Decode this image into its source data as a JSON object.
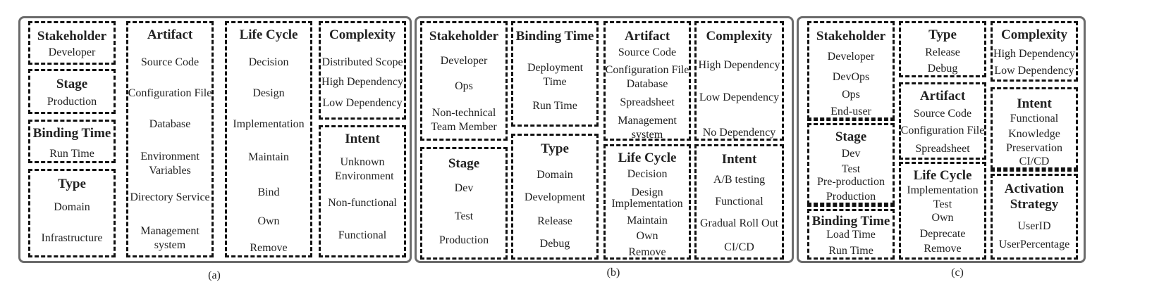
{
  "panels": {
    "a": {
      "label": "(a)",
      "boxes": {
        "stakeholder": {
          "title": "Stakeholder",
          "items": [
            "Developer"
          ]
        },
        "stage": {
          "title": "Stage",
          "items": [
            "Production"
          ]
        },
        "binding": {
          "title": "Binding Time",
          "items": [
            "Run Time"
          ]
        },
        "type": {
          "title": "Type",
          "items": [
            "Domain",
            "Infrastructure"
          ]
        },
        "artifact": {
          "title": "Artifact",
          "items": [
            "Source Code",
            "Configuration File",
            "Database",
            "Environment Variables",
            "Directory Service",
            "Management system"
          ]
        },
        "lifecycle": {
          "title": "Life Cycle",
          "items": [
            "Decision",
            "Design",
            "Implementation",
            "Maintain",
            "Bind",
            "Own",
            "Remove"
          ]
        },
        "complexity": {
          "title": "Complexity",
          "items": [
            "Distributed Scope",
            "High Dependency",
            "Low Dependency"
          ]
        },
        "intent": {
          "title": "Intent",
          "items": [
            "Unknown Environment",
            "Non-functional",
            "Functional"
          ]
        }
      }
    },
    "b": {
      "label": "(b)",
      "boxes": {
        "stakeholder": {
          "title": "Stakeholder",
          "items": [
            "Developer",
            "Ops",
            "Non-technical Team Member"
          ]
        },
        "stage": {
          "title": "Stage",
          "items": [
            "Dev",
            "Test",
            "Production"
          ]
        },
        "binding": {
          "title": "Binding Time",
          "items": [
            "Deployment Time",
            "Run Time"
          ]
        },
        "type": {
          "title": "Type",
          "items": [
            "Domain",
            "Development",
            "Release",
            "Debug"
          ]
        },
        "artifact": {
          "title": "Artifact",
          "items": [
            "Source Code",
            "Configuration File",
            "Database",
            "Spreadsheet",
            "Management system"
          ]
        },
        "lifecycle": {
          "title": "Life Cycle",
          "items": [
            "Decision",
            "Design",
            "Implementation",
            "Maintain",
            "Own",
            "Remove"
          ]
        },
        "complexity": {
          "title": "Complexity",
          "items": [
            "High Dependency",
            "Low Dependency",
            "No Dependency"
          ]
        },
        "intent": {
          "title": "Intent",
          "items": [
            "A/B testing",
            "Functional",
            "Gradual Roll Out",
            "CI/CD"
          ]
        }
      }
    },
    "c": {
      "label": "(c)",
      "boxes": {
        "stakeholder": {
          "title": "Stakeholder",
          "items": [
            "Developer",
            "DevOps",
            "Ops",
            "End-user"
          ]
        },
        "stage": {
          "title": "Stage",
          "items": [
            "Dev",
            "Test",
            "Pre-production",
            "Production"
          ]
        },
        "binding": {
          "title": "Binding Time",
          "items": [
            "Load Time",
            "Run Time"
          ]
        },
        "type": {
          "title": "Type",
          "items": [
            "Release",
            "Debug"
          ]
        },
        "artifact": {
          "title": "Artifact",
          "items": [
            "Source Code",
            "Configuration File",
            "Spreadsheet"
          ]
        },
        "lifecycle": {
          "title": "Life Cycle",
          "items": [
            "Implementation",
            "Test",
            "Own",
            "Deprecate",
            "Remove"
          ]
        },
        "complexity": {
          "title": "Complexity",
          "items": [
            "High Dependency",
            "Low Dependency"
          ]
        },
        "intent": {
          "title": "Intent",
          "items": [
            "Functional",
            "Knowledge Preservation",
            "CI/CD"
          ]
        },
        "activation": {
          "title": "Activation Strategy",
          "items": [
            "UserID",
            "UserPercentage"
          ]
        }
      }
    }
  }
}
